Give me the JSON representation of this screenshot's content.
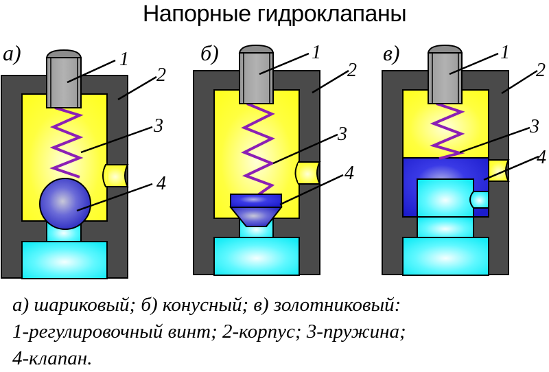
{
  "title": "Напорные гидроклапаны",
  "diagrams": [
    {
      "panel_label": "а)",
      "type": "ball",
      "callouts": [
        "1",
        "2",
        "3",
        "4"
      ]
    },
    {
      "panel_label": "б)",
      "type": "cone",
      "callouts": [
        "1",
        "2",
        "3",
        "4"
      ]
    },
    {
      "panel_label": "в)",
      "type": "spool",
      "callouts": [
        "1",
        "2",
        "3",
        "4"
      ]
    }
  ],
  "caption": {
    "line1": "а) шариковый; б) конусный; в) золотниковый:",
    "line2": "1-регулировочный винт; 2-корпус; 3-пружина;",
    "line3": "4-клапан."
  },
  "colors": {
    "body": "#4a4a4a",
    "cavity": "#ffff33",
    "screw": "#a6a6a6",
    "spring": "#8b1fb5",
    "valve": "#2a2ad0",
    "port": "#33ffff"
  }
}
